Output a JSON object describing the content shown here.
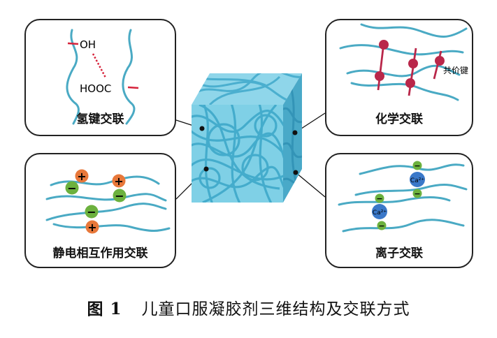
{
  "panels": {
    "hbond": {
      "label": "氢键交联",
      "oh": "OH",
      "hooc": "HOOC"
    },
    "chem": {
      "label": "化学交联",
      "bond": "共价键"
    },
    "elec": {
      "label": "静电相互作用交联",
      "plus": "+",
      "minus": "−"
    },
    "ion": {
      "label": "离子交联",
      "ca": "Ca²⁺",
      "minus": "−"
    }
  },
  "caption": {
    "fig": "图 1",
    "text": "儿童口服凝胶剂三维结构及交联方式"
  },
  "colors": {
    "strand": "#4aaac4",
    "red": "#d6223a",
    "bead": "#b9274a",
    "cube": "#3fb2d3",
    "plus": "#e8783a",
    "minus": "#6cb13e",
    "ca": "#3a78c9"
  }
}
